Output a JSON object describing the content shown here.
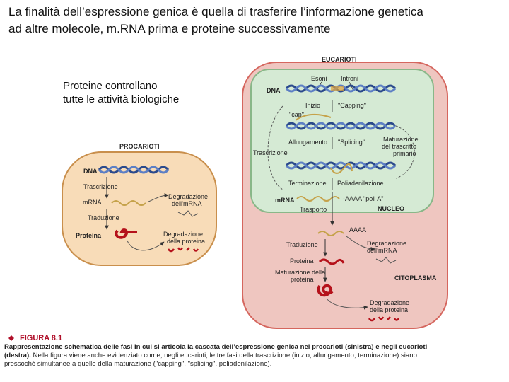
{
  "heading": {
    "line1": "La finalità dell’espressione genica è quella di trasferire l’informazione genetica",
    "line2": "ad altre molecole, m.RNA prima e proteine successivamente"
  },
  "note": {
    "line1": "Proteine controllano",
    "line2": "tutte le attività biologiche"
  },
  "diagram": {
    "eukaryote": {
      "title": "EUCARIOTI",
      "exon": "Esoni",
      "intron": "Introni",
      "dna": "DNA",
      "start": "Inizio",
      "capping": "\"Capping\"",
      "cap": "\"cap\"",
      "elongation": "Allungamento",
      "splicing": "\"Splicing\"",
      "maturation_line1": "Maturazione",
      "maturation_line2": "del trascritto",
      "maturation_line3": "primario",
      "transcription": "Trascrizione",
      "termination": "Terminazione",
      "polyadenylation": "Poliadenilazione",
      "polya": "-AAAA \"poli A\"",
      "mrna": "mRNA",
      "transport": "Trasporto",
      "nucleus": "NUCLEO",
      "aaaa": "AAAA",
      "translation": "Traduzione",
      "mrna_degradation_line1": "Degradazione",
      "mrna_degradation_line2": "dell’mRNA",
      "protein": "Proteina",
      "cytoplasm": "CITOPLASMA",
      "protein_maturation_line1": "Maturazione della",
      "protein_maturation_line2": "proteina",
      "protein_degradation_line1": "Degradazione",
      "protein_degradation_line2": "della proteina"
    },
    "prokaryote": {
      "title": "PROCARIOTI",
      "dna": "DNA",
      "transcription": "Trascrizione",
      "mrna": "mRNA",
      "mrna_degradation_line1": "Degradazione",
      "mrna_degradation_line2": "dell’mRNA",
      "translation": "Traduzione",
      "protein": "Proteina",
      "protein_degradation_line1": "Degradazione",
      "protein_degradation_line2": "della proteina"
    }
  },
  "caption": {
    "figure": "FIGURA 8.1",
    "bold": "Rappresentazione schematica delle fasi in cui si articola la cascata dell’espressione genica nei procarioti (sinistra) e negli eucarioti (destra).",
    "text": " Nella figura viene anche evidenziato come, negli eucarioti, le tre fasi della trascrizione (inizio, allungamento, terminazione) siano pressoché simultanee a quelle della maturazione (\"capping\", \"splicing\", poliadenilazione)."
  },
  "colors": {
    "eukaryote_fill": "#efc6c0",
    "eukaryote_stroke": "#d5665e",
    "nucleus_fill": "#d5ead4",
    "nucleus_stroke": "#89b788",
    "prokaryote_fill": "#f8dcb8",
    "prokaryote_stroke": "#c98f4c",
    "protein_red": "#b5121b",
    "caption_red": "#b0102a"
  }
}
